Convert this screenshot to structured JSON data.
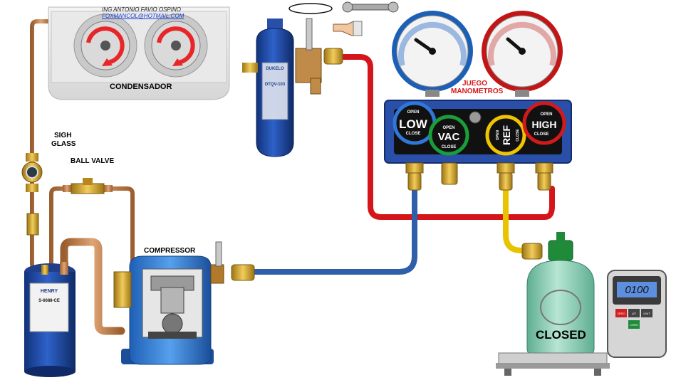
{
  "author": {
    "name": "ING ANTONIO FAVIO OSPINO",
    "email": "FOXMANCOL@HOTMAIL.COM"
  },
  "labels": {
    "condenser": "CONDENSADOR",
    "sight_glass_line1": "SIGH",
    "sight_glass_line2": "GLASS",
    "ball_valve": "BALL VALVE",
    "compressor": "COMPRESSOR",
    "gauges_line1": "JUEGO",
    "gauges_line2": "MANOMETROS",
    "cylinder_state": "CLOSED"
  },
  "manifold": {
    "valves": [
      {
        "name": "LOW",
        "open": "OPEN",
        "close": "CLOSE",
        "ring_color": "#2f77d8"
      },
      {
        "name": "VAC",
        "open": "OPEN",
        "close": "CLOSE",
        "ring_color": "#1a9e3a"
      },
      {
        "name": "REF",
        "open": "OPEN",
        "close": "CLOSE",
        "ring_color": "#f0c400"
      },
      {
        "name": "HIGH",
        "open": "OPEN",
        "close": "CLOSE",
        "ring_color": "#d21a1a"
      }
    ]
  },
  "receiver": {
    "brand": "DUKELO",
    "model": "DTQV-103"
  },
  "accumulator": {
    "brand": "HENRY",
    "model": "S-6688-CE"
  },
  "scale": {
    "display": "0100",
    "buttons": [
      "ZERO",
      "U/T",
      "UNIT",
      "CHRG"
    ]
  },
  "colors": {
    "high_hose": "#d4161a",
    "low_hose": "#2f5fa8",
    "ref_hose": "#e8c400",
    "copper": "#c98a55",
    "brass": "#d4a62a",
    "tank_blue": "#1f4fb0",
    "compressor_blue": "#3a82d8",
    "manifold_blue": "#2a4fa8",
    "cylinder_green": "#8fd1b8",
    "scale_display": "#5d8fe0"
  }
}
